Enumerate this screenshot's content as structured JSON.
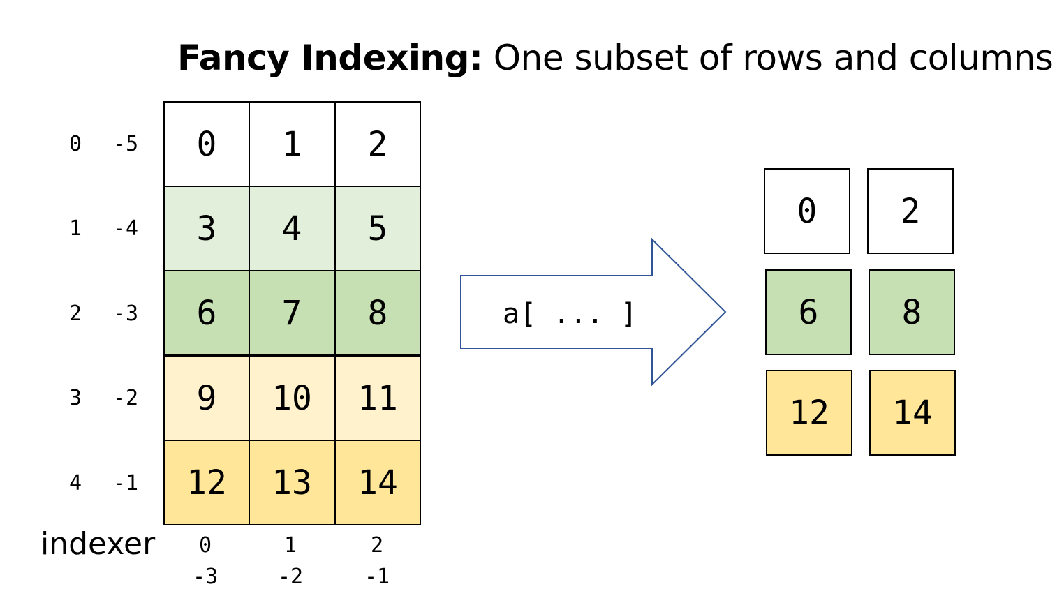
{
  "title": {
    "bold": "Fancy Indexing:",
    "normal": "One subset of rows and columns"
  },
  "colors": {
    "white": "#ffffff",
    "light_green": "#e2efda",
    "mid_green": "#c6e0b4",
    "light_yellow": "#fff2cc",
    "mid_yellow": "#ffe699",
    "arrow_stroke": "#2f5597"
  },
  "grid": {
    "rows": [
      [
        "0",
        "1",
        "2"
      ],
      [
        "3",
        "4",
        "5"
      ],
      [
        "6",
        "7",
        "8"
      ],
      [
        "9",
        "10",
        "11"
      ],
      [
        "12",
        "13",
        "14"
      ]
    ],
    "row_fills": [
      "white",
      "light_green",
      "mid_green",
      "light_yellow",
      "mid_yellow"
    ]
  },
  "row_indices": {
    "positive": [
      "0",
      "1",
      "2",
      "3",
      "4"
    ],
    "negative": [
      "-5",
      "-4",
      "-3",
      "-2",
      "-1"
    ]
  },
  "col_indices": {
    "positive": [
      "0",
      "1",
      "2"
    ],
    "negative": [
      "-3",
      "-2",
      "-1"
    ]
  },
  "indexer_label": "indexer",
  "arrow_label": "a[ ... ]",
  "result": {
    "rows": [
      [
        "0",
        "2"
      ],
      [
        "6",
        "8"
      ],
      [
        "12",
        "14"
      ]
    ],
    "row_fills": [
      "white",
      "mid_green",
      "mid_yellow"
    ]
  }
}
